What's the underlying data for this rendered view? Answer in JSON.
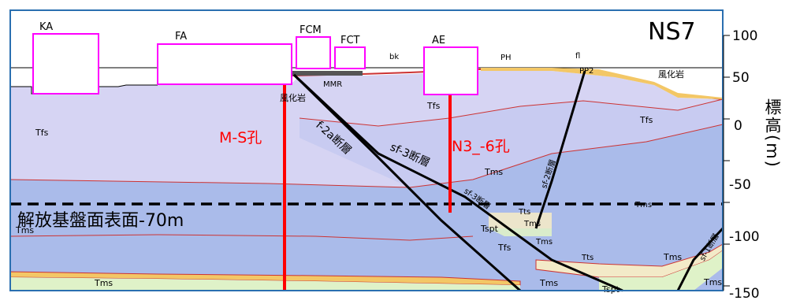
{
  "section_id": "NS7",
  "buildings": [
    "KA",
    "FA",
    "FCM",
    "FCT",
    "AE"
  ],
  "elevation_axis": {
    "title": "標高(m)",
    "ticks": [
      "100",
      "50",
      "0",
      "-50",
      "-100",
      "-150"
    ]
  },
  "boreholes": [
    "M-S孔",
    "N3_-6孔"
  ],
  "faults": [
    "f-2a断層",
    "sf-3断層",
    "sf-3断層",
    "sf-2断層",
    "sf-1断層"
  ],
  "reference_line": "解放基盤面表面-70m",
  "layer_labels": {
    "tfs": "Tfs",
    "tms": "Tms",
    "tts": "Tts",
    "tspt": "Tspt",
    "weathered": "風化岩",
    "mmr": "MMR",
    "bk": "bk",
    "ph": "PH",
    "fl": "fl",
    "pp2": "PP2"
  },
  "colors": {
    "tfs": "#d6d4f3",
    "tms": "#aabbea",
    "tts_band": "#f3eac8",
    "tspt_band": "#dff2c8",
    "thin_red": "#cc3333",
    "building": "#ff00ff",
    "borehole": "#ff0000",
    "fault": "#000000",
    "frame": "#2a6fb0"
  }
}
